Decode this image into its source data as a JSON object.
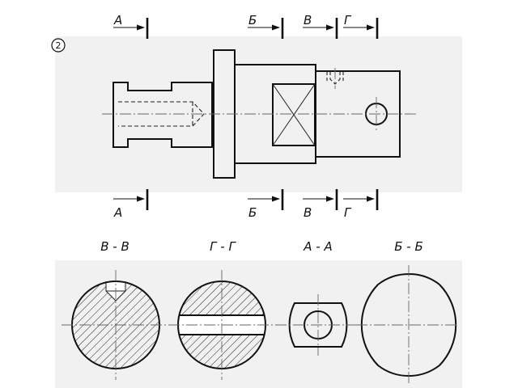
{
  "figure_number": "2",
  "section_marks": {
    "top": [
      "А",
      "Б",
      "В",
      "Г"
    ],
    "bottom": [
      "А",
      "Б",
      "В",
      "Г"
    ]
  },
  "section_titles": [
    "В - В",
    "Г - Г",
    "А - А",
    "Б - Б"
  ],
  "colors": {
    "panel_background": "#f1f1f1",
    "line": "#111111"
  }
}
